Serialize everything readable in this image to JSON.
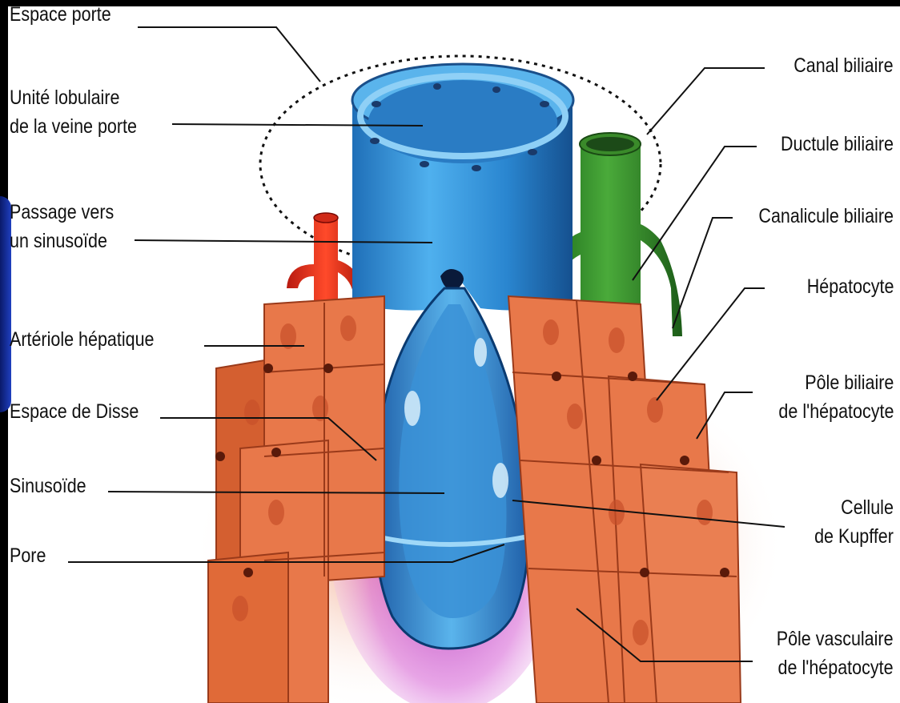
{
  "labels_left": [
    {
      "id": "espace-porte",
      "lines": [
        "Espace porte"
      ]
    },
    {
      "id": "unite-lobulaire",
      "lines": [
        "Unité lobulaire",
        "de la veine porte"
      ]
    },
    {
      "id": "passage-sinusoide",
      "lines": [
        "Passage vers",
        "un sinusoïde"
      ]
    },
    {
      "id": "arteriole",
      "lines": [
        "Artériole hépatique"
      ]
    },
    {
      "id": "espace-disse",
      "lines": [
        "Espace de Disse"
      ]
    },
    {
      "id": "sinusoide",
      "lines": [
        "Sinusoïde"
      ]
    },
    {
      "id": "pore",
      "lines": [
        "Pore"
      ]
    }
  ],
  "labels_right": [
    {
      "id": "canal-biliaire",
      "lines": [
        "Canal biliaire"
      ]
    },
    {
      "id": "ductule-biliaire",
      "lines": [
        "Ductule biliaire"
      ]
    },
    {
      "id": "canalicule-biliaire",
      "lines": [
        "Canalicule biliaire"
      ]
    },
    {
      "id": "hepatocyte",
      "lines": [
        "Hépatocyte"
      ]
    },
    {
      "id": "pole-biliaire",
      "lines": [
        "Pôle biliaire",
        "de l'hépatocyte"
      ]
    },
    {
      "id": "cellule-kupffer",
      "lines": [
        "Cellule",
        "de Kupffer"
      ]
    },
    {
      "id": "pole-vasculaire",
      "lines": [
        "Pôle vasculaire",
        "de l'hépatocyte"
      ]
    }
  ],
  "colors": {
    "portal_vein": "#2f8fd8",
    "bile_duct": "#2f8a2a",
    "arteriole": "#e8321e",
    "hepatocyte": "#e8784a",
    "sinusoid_glow": "#c040c0"
  }
}
